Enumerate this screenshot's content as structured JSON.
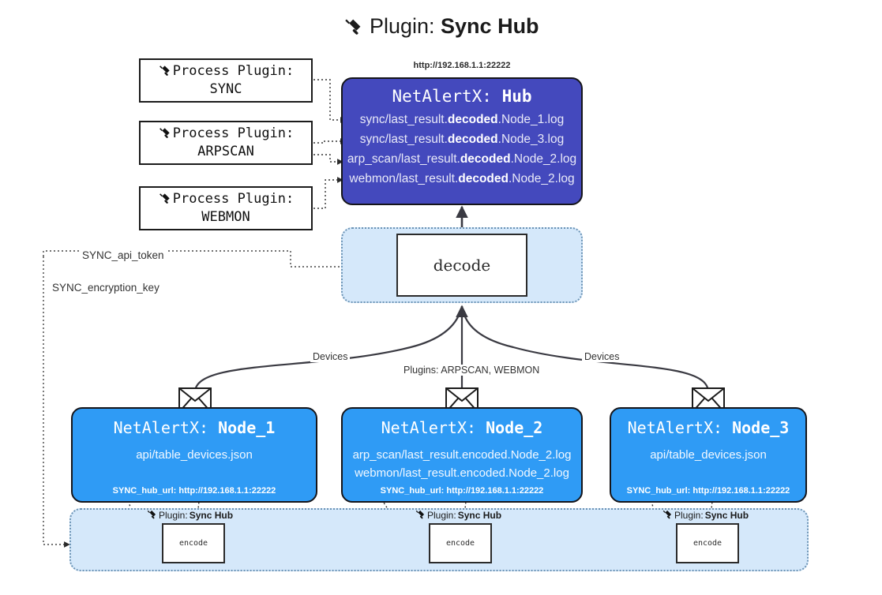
{
  "title": {
    "icon": "plug-icon",
    "prefix": "Plugin:",
    "name": "Sync Hub"
  },
  "colors": {
    "hub_fill": "#4449bd",
    "node_fill": "#2f9bf5",
    "shade_fill": "#d5e8fa",
    "box_stroke": "#15151a",
    "shade_stroke": "#6b93b5"
  },
  "process_plugins": [
    {
      "icon": "plug-icon",
      "line1": "Process Plugin:",
      "line2": "SYNC"
    },
    {
      "icon": "plug-icon",
      "line1": "Process Plugin:",
      "line2": "ARPSCAN"
    },
    {
      "icon": "plug-icon",
      "line1": "Process Plugin:",
      "line2": "WEBMON"
    }
  ],
  "hub": {
    "url": "http://192.168.1.1:22222",
    "title_prefix": "NetAlertX: ",
    "title_name": "Hub",
    "logs": [
      {
        "pre": "sync/last_result.",
        "mid": "decoded",
        "post": ".Node_1.log"
      },
      {
        "pre": "sync/last_result.",
        "mid": "decoded",
        "post": ".Node_3.log"
      },
      {
        "pre": "arp_scan/last_result.",
        "mid": "decoded",
        "post": ".Node_2.log"
      },
      {
        "pre": "webmon/last_result.",
        "mid": "decoded",
        "post": ".Node_2.log"
      }
    ]
  },
  "decode": {
    "label": "decode"
  },
  "secrets": [
    {
      "label": "SYNC_api_token"
    },
    {
      "label": "SYNC_encryption_key"
    }
  ],
  "edge_labels": {
    "left_devices": "Devices",
    "right_devices": "Devices",
    "center_plugins": "Plugins: ARPSCAN, WEBMON"
  },
  "nodes": [
    {
      "icon": "envelope-icon",
      "title_prefix": "NetAlertX: ",
      "title_name": "Node_1",
      "lines": [
        "api/table_devices.json"
      ],
      "footer": "SYNC_hub_url: http://192.168.1.1:22222"
    },
    {
      "icon": "envelope-icon",
      "title_prefix": "NetAlertX: ",
      "title_name": "Node_2",
      "lines": [
        "arp_scan/last_result.encoded.Node_2.log",
        "webmon/last_result.encoded.Node_2.log"
      ],
      "footer": "SYNC_hub_url: http://192.168.1.1:22222"
    },
    {
      "icon": "envelope-icon",
      "title_prefix": "NetAlertX: ",
      "title_name": "Node_3",
      "lines": [
        "api/table_devices.json"
      ],
      "footer": "SYNC_hub_url: http://192.168.1.1:22222"
    }
  ],
  "encoders": [
    {
      "icon": "plug-icon",
      "tag_prefix": "Plugin:",
      "tag_name": "Sync Hub",
      "label": "encode"
    },
    {
      "icon": "plug-icon",
      "tag_prefix": "Plugin:",
      "tag_name": "Sync Hub",
      "label": "encode"
    },
    {
      "icon": "plug-icon",
      "tag_prefix": "Plugin:",
      "tag_name": "Sync Hub",
      "label": "encode"
    }
  ]
}
